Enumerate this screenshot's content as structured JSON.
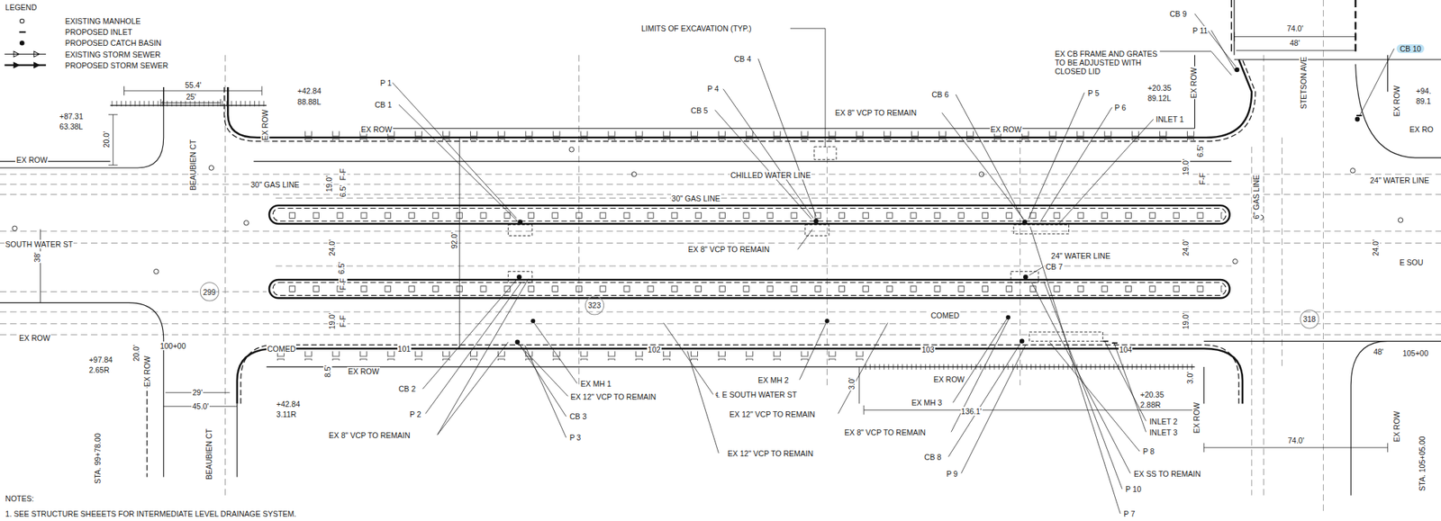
{
  "diagram": {
    "labels": [
      "LEGEND",
      "55.4'",
      "25'",
      "+87.31",
      "63.38L",
      "20.0'",
      "+42.84",
      "88.88L",
      "EX ROW",
      "BEAUBIEN CT",
      "EX ROW",
      "EX ROW",
      "30\" GAS LINE",
      "19.0'",
      "F-F",
      "6.5'",
      "SOUTH WATER ST",
      "38'",
      "24.0'",
      "6.5'",
      "F-F",
      "92.0'",
      "19.0'",
      "F-F",
      "EX ROW",
      "+97.84",
      "2.65R",
      "20.0'",
      "EX ROW",
      "STA. 99+78.00",
      "29'",
      "45.0'",
      "BEAUBIEN CT",
      "+42.84",
      "3.11R",
      "EX ROW",
      "8.5'",
      "NOTES:",
      "1. SEE STRUCTURE SHEEETS FOR INTERMEDIATE LEVEL DRAINAGE SYSTEM.",
      "P 1",
      "CB 1",
      "CB 2",
      "P 2",
      "EX 8\" VCP TO REMAIN",
      "LIMITS OF EXCAVATION (TYP.)",
      "CB 4",
      "P 4",
      "CB 5",
      "EX MH 1",
      "EX 12\" VCP TO REMAIN",
      "CB 3",
      "P 3",
      "℄ E SOUTH WATER ST",
      "EX 12\" VCP TO REMAIN",
      "EX 8\" VCP TO REMAIN",
      "CHILLED WATER LINE",
      "30\" GAS LINE",
      "EX ROW",
      "EX 8\" VCP TO REMAIN",
      "CB 6",
      "P 5",
      "P 6",
      "INLET 1",
      "CB 9",
      "P 11",
      "EX CB FRAME AND GRATES TO BE ADJUSTED WITH CLOSED LID",
      "+20.35",
      "89.12L",
      "74.0'",
      "48'",
      "CB 10",
      "STETSON AVE",
      "+94.",
      "89.1",
      "EX ROW",
      "EX ROW",
      "EX RO",
      "24\" WATER LINE",
      "24\" WATER LINE",
      "CB 7",
      "E SOU",
      "6\" GAS LINE",
      "EX MH 2",
      "EX 12\" VCP TO REMAIN",
      "EX 8\" VCP TO REMAIN",
      "EX MH 3",
      "CB 8",
      "P 9",
      "136.1'",
      "3.0'",
      "EX ROW",
      "INLET 2",
      "INLET 3",
      "P 8",
      "EX SS TO REMAIN",
      "P 10",
      "P 7",
      "+20.35",
      "2.88R",
      "74.0'",
      "48'",
      "STA. 105+05.00",
      "EX ROW",
      "EX ROW",
      "101",
      "102",
      "103",
      "104",
      "105+00",
      "100+00",
      "299",
      "323",
      "318",
      "19.0'",
      "6.5'",
      "F-F",
      "24.0'",
      "19.0'",
      "COMED",
      "COMED",
      "24.0'",
      "3.0'"
    ],
    "legend": [
      {
        "text": "EXISTING MANHOLE"
      },
      {
        "text": "PROPOSED INLET"
      },
      {
        "text": "PROPOSED CATCH BASIN"
      },
      {
        "text": "EXISTING STORM SEWER"
      },
      {
        "text": "PROPOSED STORM SEWER"
      }
    ]
  }
}
